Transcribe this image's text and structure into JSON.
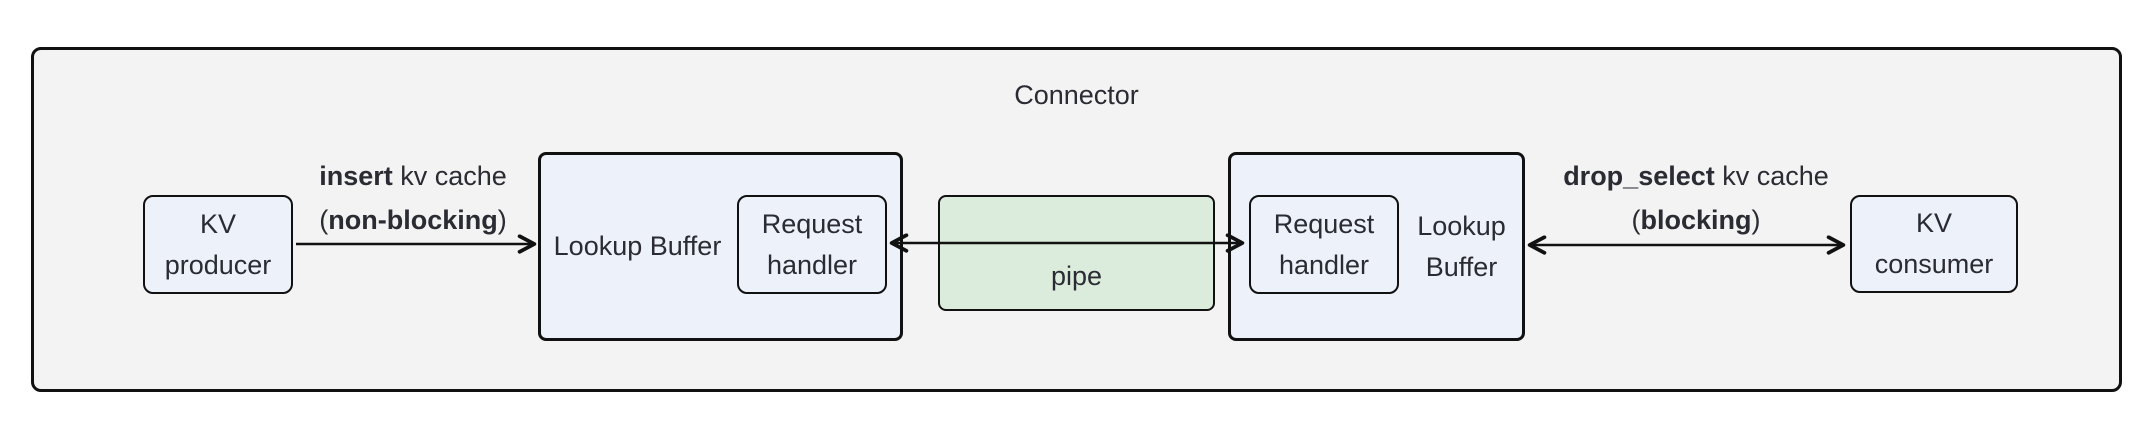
{
  "diagram": {
    "title": "Connector",
    "nodes": {
      "kv_producer": {
        "line1": "KV",
        "line2": "producer"
      },
      "lookup_buffer_left": {
        "line1": "Lookup",
        "line2": "Buffer"
      },
      "request_handler_left": {
        "line1": "Request",
        "line2": "handler"
      },
      "pipe": {
        "label": "pipe"
      },
      "request_handler_right": {
        "line1": "Request",
        "line2": "handler"
      },
      "lookup_buffer_right": {
        "line1": "Lookup",
        "line2": "Buffer"
      },
      "kv_consumer": {
        "line1": "KV",
        "line2": "consumer"
      }
    },
    "edges": {
      "insert": {
        "line1_bold": "insert",
        "line1_rest": " kv cache",
        "line2_open": "(",
        "line2_bold": "non-blocking",
        "line2_close": ")",
        "direction": "right"
      },
      "pipe_link": {
        "direction": "both"
      },
      "drop_select": {
        "line1_bold": "drop_select",
        "line1_rest": " kv cache",
        "line2_open": "(",
        "line2_bold": "blocking",
        "line2_close": ")",
        "direction": "both"
      }
    },
    "colors": {
      "canvas_bg": "#ffffff",
      "connector_fill": "#f3f3f3",
      "node_fill": "#edf1fa",
      "pipe_fill": "#dcecdc",
      "stroke": "#111111",
      "text": "#2b2b33"
    }
  }
}
